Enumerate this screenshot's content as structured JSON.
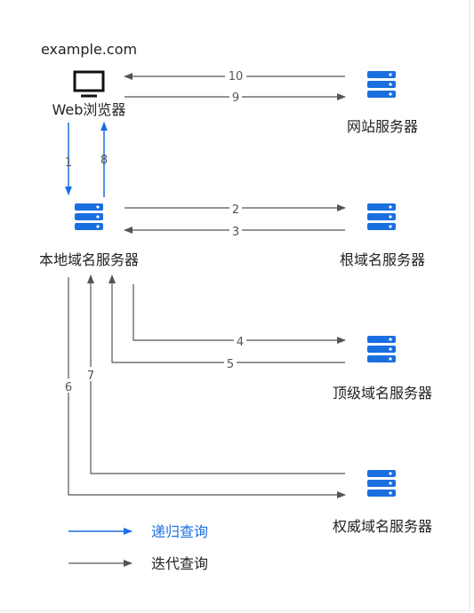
{
  "domain": "example.com",
  "browser_label": "Web浏览器",
  "servers": {
    "website": "网站服务器",
    "local": "本地域名服务器",
    "root": "根域名服务器",
    "tld": "顶级域名服务器",
    "authoritative": "权威域名服务器"
  },
  "steps": {
    "s1": "1",
    "s2": "2",
    "s3": "3",
    "s4": "4",
    "s5": "5",
    "s6": "6",
    "s7": "7",
    "s8": "8",
    "s9": "9",
    "s10": "10"
  },
  "legend": {
    "recursive": "递归查询",
    "iterative": "迭代查询"
  },
  "colors": {
    "recursive": "#1a6fe0",
    "iterative": "#555555",
    "server_icon": "#1a6fe0",
    "monitor_icon": "#111111"
  }
}
